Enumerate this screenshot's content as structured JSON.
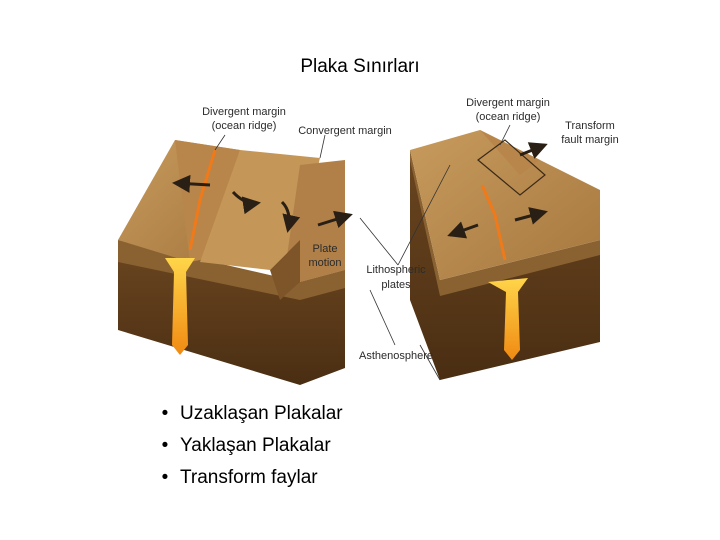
{
  "title": "Plaka Sınırları",
  "labels": {
    "divergent_left_1": "Divergent margin",
    "divergent_left_2": "(ocean ridge)",
    "convergent": "Convergent margin",
    "plate_motion_1": "Plate",
    "plate_motion_2": "motion",
    "lithospheric_1": "Lithospheric",
    "lithospheric_2": "plates",
    "asthenosphere": "Asthenosphere",
    "divergent_right_1": "Divergent margin",
    "divergent_right_2": "(ocean ridge)",
    "transform_1": "Transform",
    "transform_2": "fault margin"
  },
  "bullets": [
    "Uzaklaşan Plakalar",
    "Yaklaşan Plakalar",
    "Transform faylar"
  ],
  "colors": {
    "crust_top": "#b68a50",
    "crust_side": "#8a6232",
    "mantle": "#5c3b19",
    "magma": "#f5a623",
    "arrow": "#2a1f14"
  }
}
